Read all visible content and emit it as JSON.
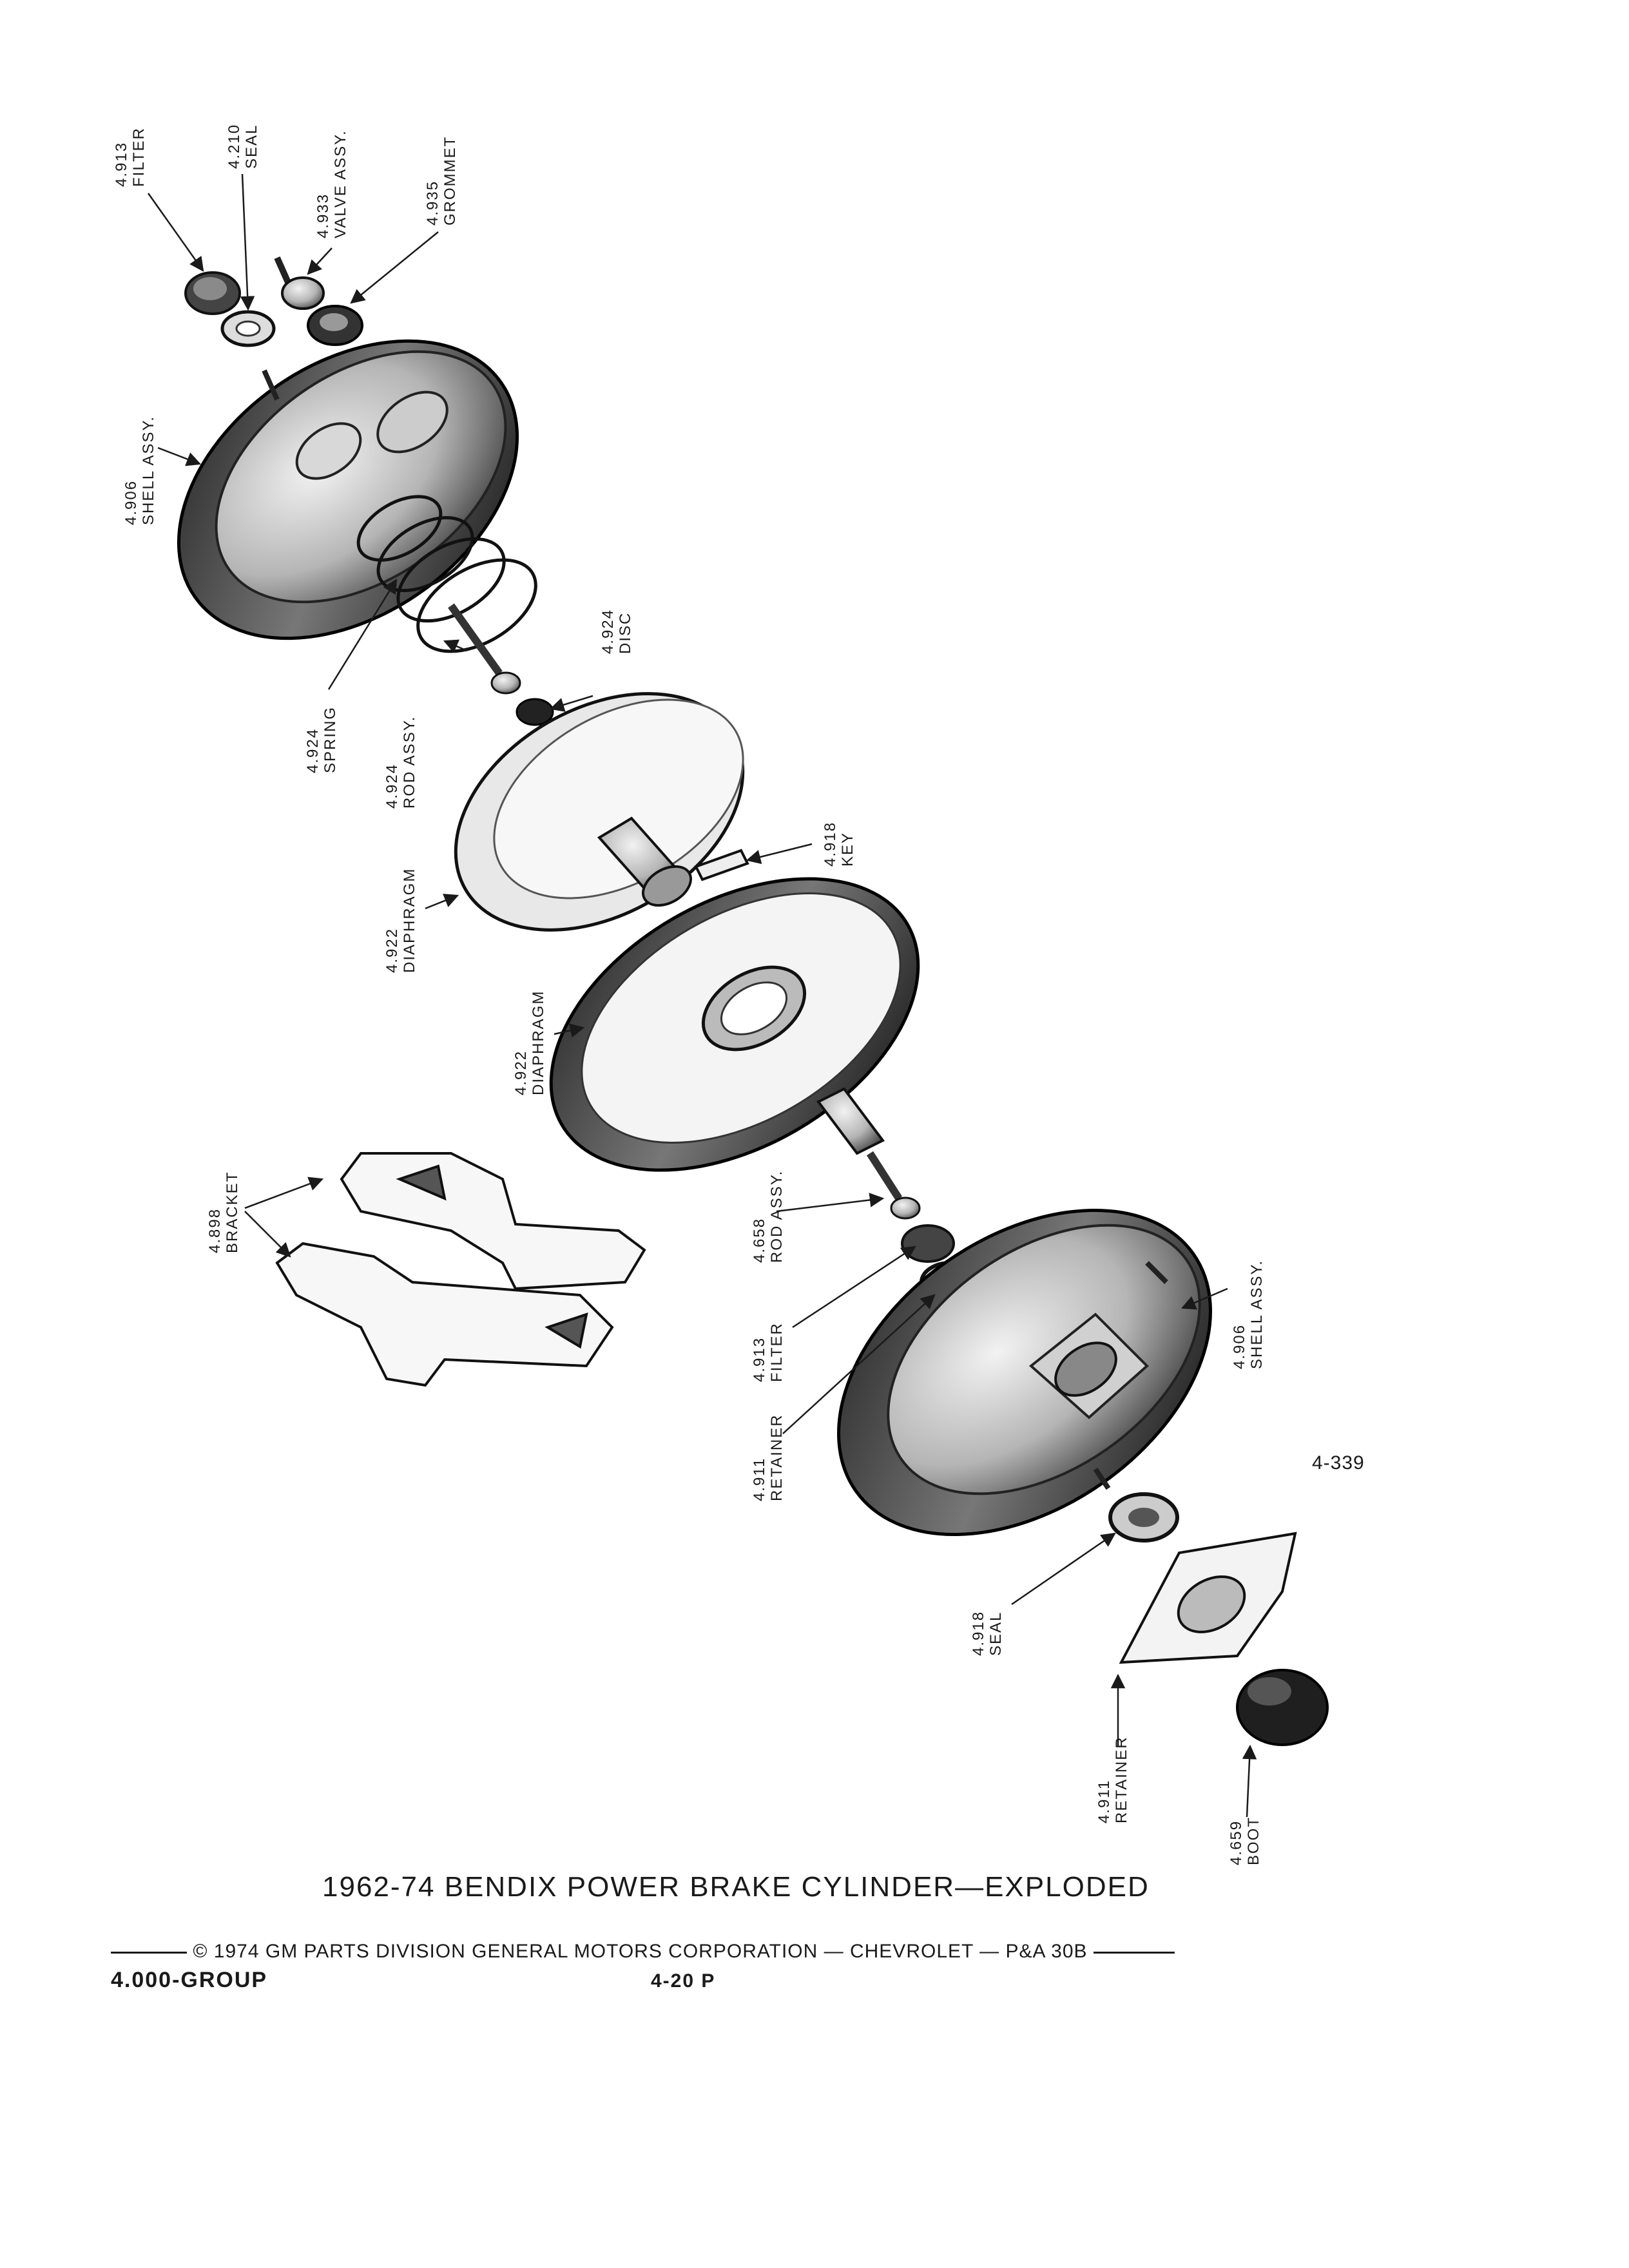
{
  "labels": [
    {
      "id": "filter-top",
      "number": "4.913",
      "name": "FILTER"
    },
    {
      "id": "seal-top",
      "number": "4.210",
      "name": "SEAL"
    },
    {
      "id": "valve-assy",
      "number": "4.933",
      "name": "VALVE ASSY."
    },
    {
      "id": "grommet",
      "number": "4.935",
      "name": "GROMMET"
    },
    {
      "id": "shell-assy-front",
      "number": "4.906",
      "name": "SHELL ASSY."
    },
    {
      "id": "disc",
      "number": "4.924",
      "name": "DISC"
    },
    {
      "id": "spring",
      "number": "4.924",
      "name": "SPRING"
    },
    {
      "id": "rod-assy-upper",
      "number": "4.924",
      "name": "ROD ASSY."
    },
    {
      "id": "key",
      "number": "4.918",
      "name": "KEY"
    },
    {
      "id": "diaphragm-upper",
      "number": "4.922",
      "name": "DIAPHRAGM"
    },
    {
      "id": "diaphragm-lower",
      "number": "4.922",
      "name": "DIAPHRAGM"
    },
    {
      "id": "bracket",
      "number": "4.898",
      "name": "BRACKET"
    },
    {
      "id": "rod-assy-lower",
      "number": "4.658",
      "name": "ROD ASSY."
    },
    {
      "id": "filter-lower",
      "number": "4.913",
      "name": "FILTER"
    },
    {
      "id": "retainer-upper",
      "number": "4.911",
      "name": "RETAINER"
    },
    {
      "id": "shell-assy-rear",
      "number": "4.906",
      "name": "SHELL ASSY."
    },
    {
      "id": "seal-lower",
      "number": "4.918",
      "name": "SEAL"
    },
    {
      "id": "retainer-lower",
      "number": "4.911",
      "name": "RETAINER"
    },
    {
      "id": "boot",
      "number": "4.659",
      "name": "BOOT"
    }
  ],
  "figure_code": "4-339",
  "caption": "1962-74  BENDIX POWER BRAKE CYLINDER—EXPLODED",
  "footer": {
    "copyright": "© 1974 GM PARTS DIVISION  GENERAL MOTORS CORPORATION — CHEVROLET — P&A 30B",
    "group": "4.000-GROUP",
    "page": "4-20  P"
  }
}
